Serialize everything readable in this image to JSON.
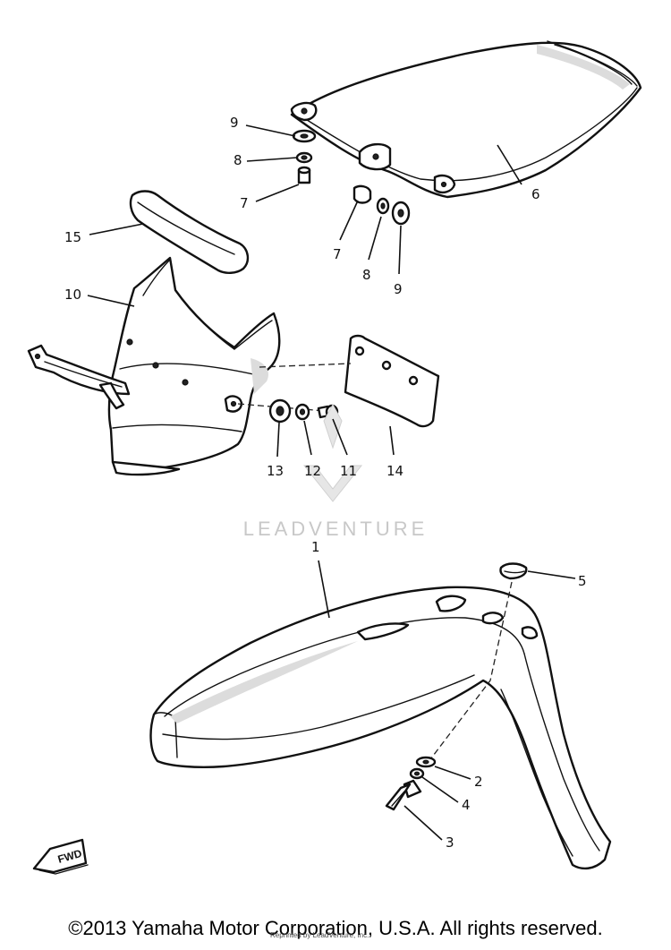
{
  "watermark": {
    "text": "LEADVENTURE"
  },
  "fwd_marker": {
    "label": "FWD"
  },
  "callouts": [
    {
      "id": "c9a",
      "number": "9"
    },
    {
      "id": "c8a",
      "number": "8"
    },
    {
      "id": "c7a",
      "number": "7"
    },
    {
      "id": "c6",
      "number": "6"
    },
    {
      "id": "c7b",
      "number": "7"
    },
    {
      "id": "c8b",
      "number": "8"
    },
    {
      "id": "c9b",
      "number": "9"
    },
    {
      "id": "c15",
      "number": "15"
    },
    {
      "id": "c10",
      "number": "10"
    },
    {
      "id": "c13",
      "number": "13"
    },
    {
      "id": "c12",
      "number": "12"
    },
    {
      "id": "c11",
      "number": "11"
    },
    {
      "id": "c14",
      "number": "14"
    },
    {
      "id": "c1",
      "number": "1"
    },
    {
      "id": "c5",
      "number": "5"
    },
    {
      "id": "c2",
      "number": "2"
    },
    {
      "id": "c4",
      "number": "4"
    },
    {
      "id": "c3",
      "number": "3"
    }
  ],
  "footer": {
    "copyright": "©2013 Yamaha Motor Corporation, U.S.A. All rights reserved.",
    "overprint": "Reprinted by LeadVenture, Inc."
  }
}
